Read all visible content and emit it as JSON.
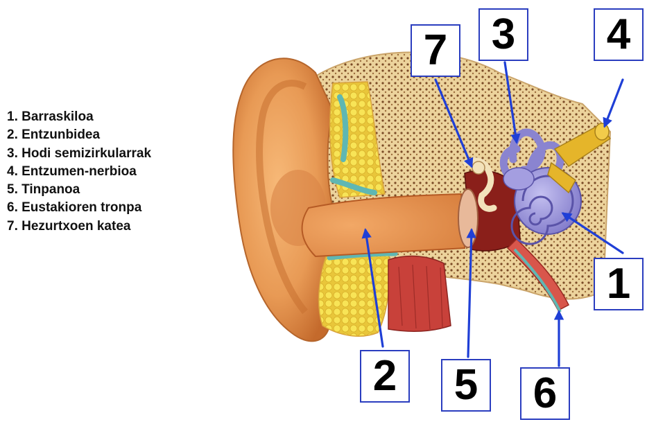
{
  "legend": [
    "1. Barraskiloa",
    "2. Entzunbidea",
    "3. Hodi semizirkularrak",
    "4. Entzumen-nerbioa",
    "5. Tinpanoa",
    "6. Eustakioren tronpa",
    "7. Hezurtxoen katea"
  ],
  "callouts": {
    "n1": "1",
    "n2": "2",
    "n3": "3",
    "n4": "4",
    "n5": "5",
    "n6": "6",
    "n7": "7"
  },
  "colors": {
    "arrow": "#1f3fd6",
    "box_border": "#2a3dbf",
    "skin": "#e89a55",
    "skin_dark": "#c46a2c",
    "bone": "#f0d9a8",
    "fat": "#f5e04a",
    "cochlea": "#9a94d8",
    "cavity": "#8a1f1a",
    "nerve": "#e5b52a"
  }
}
